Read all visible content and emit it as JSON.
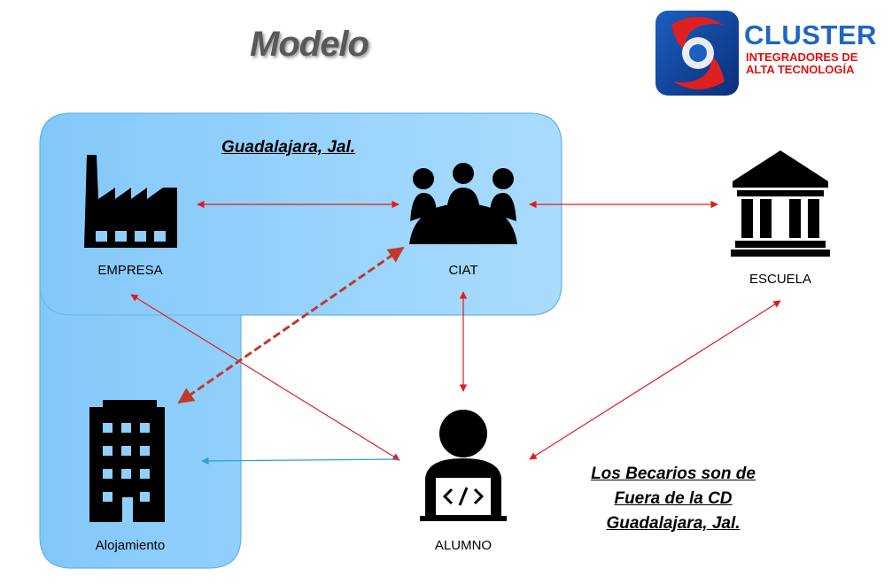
{
  "title": "Modelo",
  "logo": {
    "line1": "CLUSTER",
    "line2": "INTEGRADORES DE",
    "line3": "ALTA TECNOLOGÍA"
  },
  "region_label": "Guadalajara, Jal.",
  "nodes": {
    "empresa": "EMPRESA",
    "ciat": "CIAT",
    "escuela": "ESCUELA",
    "alojamiento": "Alojamiento",
    "alumno": "ALUMNO"
  },
  "note": [
    "Los Becarios son de",
    "Fuera de la CD",
    "Guadalajara, Jal."
  ],
  "colors": {
    "region_fill": "#8fd0fb",
    "arrow": "#e31b1b",
    "arrow_blue": "#2a9fd8",
    "dashed": "#c0392b"
  }
}
